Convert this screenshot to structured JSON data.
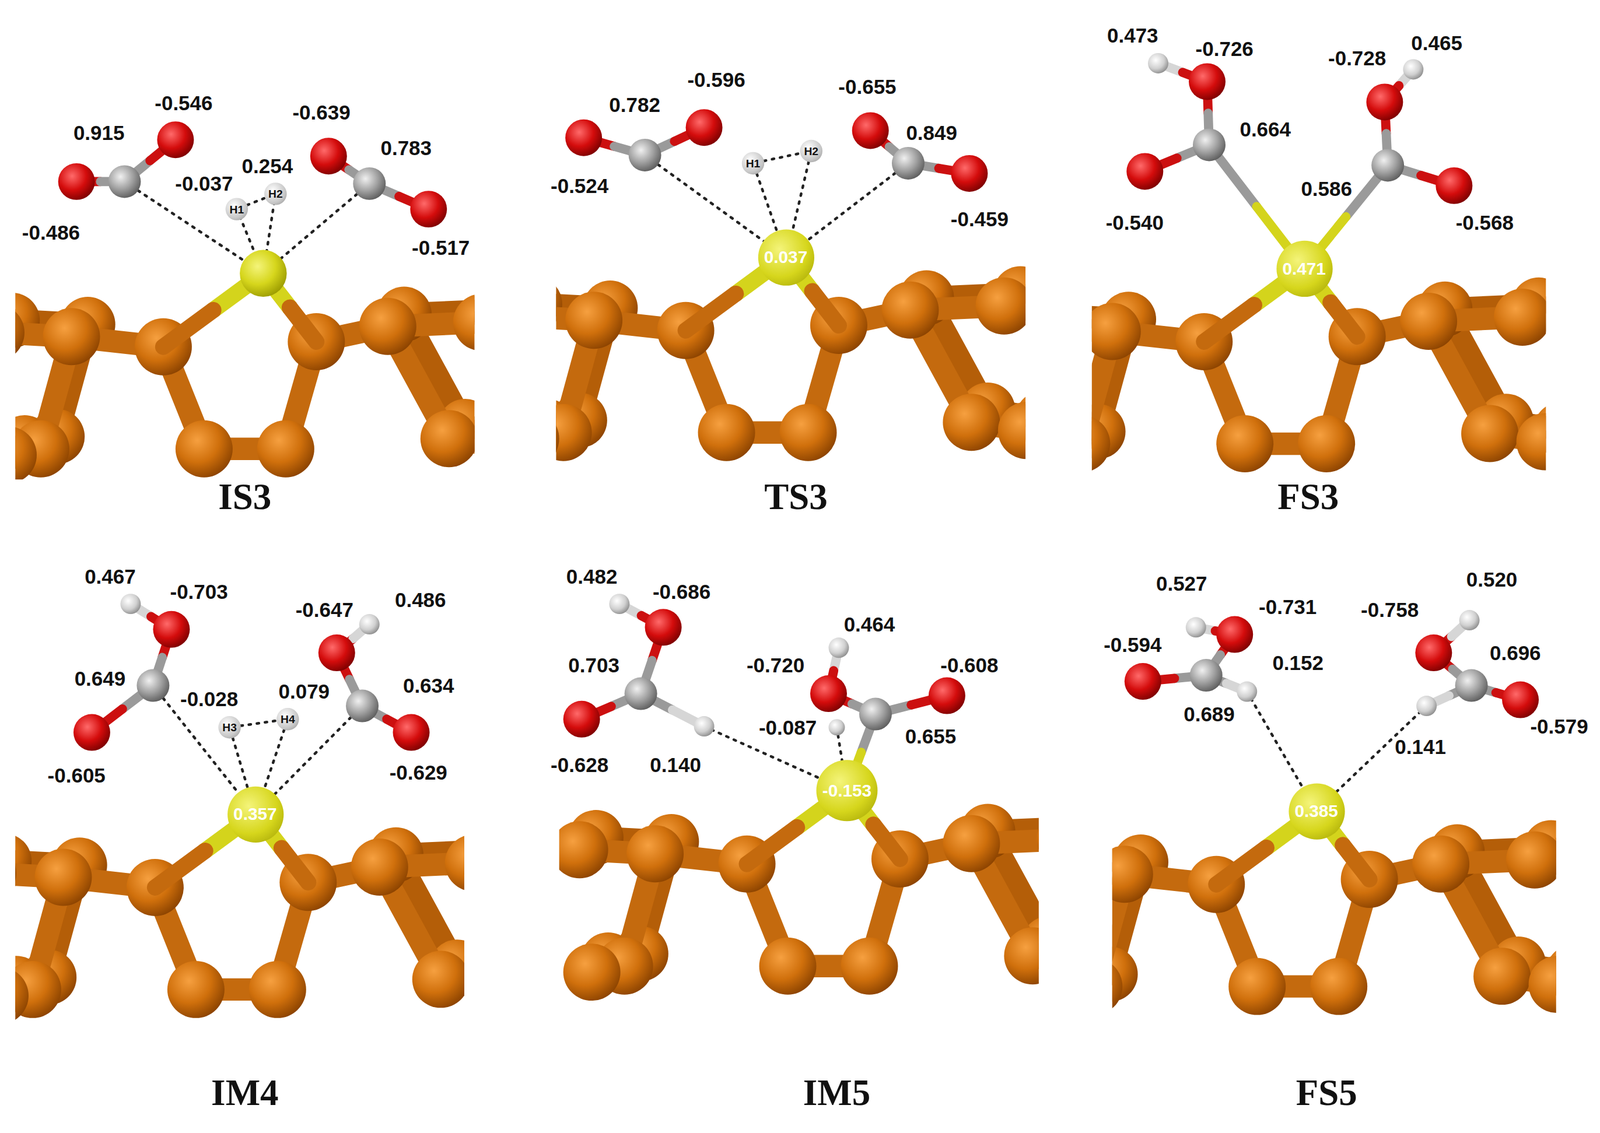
{
  "diagram": {
    "nodes": [
      {
        "text": [
          "H1"
        ]
      },
      {
        "text": [
          "H2"
        ]
      },
      {
        "text": [
          "H1"
        ]
      },
      {
        "text": [
          "H2"
        ]
      },
      {
        "text": [
          "0.037"
        ]
      },
      {
        "text": [
          "0.471"
        ]
      },
      {
        "text": [
          "H3"
        ]
      },
      {
        "text": [
          "H4"
        ]
      },
      {
        "text": [
          "0.357"
        ]
      },
      {
        "text": [
          "-0.153"
        ]
      },
      {
        "text": [
          "0.385"
        ]
      }
    ],
    "edges": [
      {
        "from": 0,
        "to": 1,
        "arrow": "none"
      },
      {
        "from": 2,
        "to": 3,
        "arrow": "none"
      },
      {
        "from": 2,
        "to": 4,
        "arrow": "none"
      },
      {
        "from": 3,
        "to": 4,
        "arrow": "none"
      },
      {
        "from": 6,
        "to": 7,
        "arrow": "none"
      },
      {
        "from": 6,
        "to": 8,
        "arrow": "none"
      },
      {
        "from": 7,
        "to": 8,
        "arrow": "none"
      }
    ],
    "labels": [
      "0.915",
      "-0.546",
      "-0.037",
      "0.254",
      "-0.639",
      "0.783",
      "-0.486",
      "-0.517",
      "IS3",
      "0.782",
      "-0.596",
      "-0.655",
      "0.849",
      "-0.524",
      "-0.459",
      "TS3",
      "0.473",
      "-0.726",
      "-0.728",
      "0.465",
      "0.664",
      "0.586",
      "-0.540",
      "-0.568",
      "FS3",
      "0.467",
      "-0.703",
      "-0.647",
      "0.486",
      "0.649",
      "-0.028",
      "0.079",
      "0.634",
      "-0.605",
      "-0.629",
      "IM4",
      "0.482",
      "-0.686",
      "0.464",
      "-0.720",
      "-0.608",
      "0.703",
      "-0.087",
      "0.655",
      "-0.628",
      "0.140",
      "IM5",
      "0.527",
      "-0.731",
      "-0.758",
      "0.520",
      "-0.594",
      "0.152",
      "0.696",
      "0.689",
      "0.141",
      "-0.579",
      "FS5"
    ]
  }
}
